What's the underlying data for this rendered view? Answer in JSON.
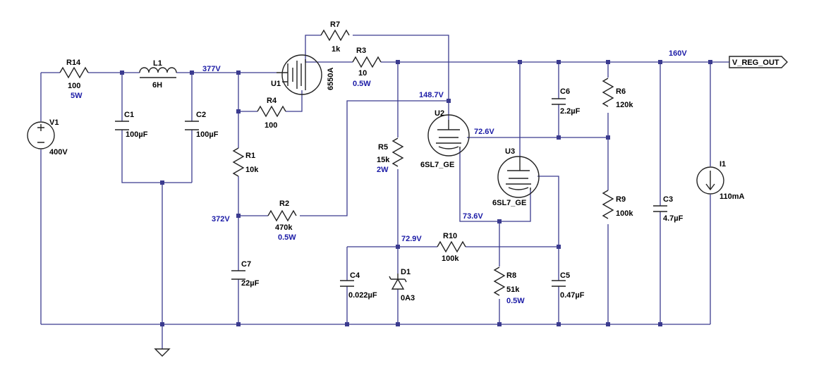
{
  "components": {
    "V1": {
      "ref": "V1",
      "value": "400V"
    },
    "R14": {
      "ref": "R14",
      "value": "100",
      "power": "5W"
    },
    "L1": {
      "ref": "L1",
      "value": "6H"
    },
    "C1": {
      "ref": "C1",
      "value": "100µF"
    },
    "C2": {
      "ref": "C2",
      "value": "100µF"
    },
    "R4": {
      "ref": "R4",
      "value": "100"
    },
    "R1": {
      "ref": "R1",
      "value": "10k"
    },
    "R2": {
      "ref": "R2",
      "value": "470k",
      "power": "0.5W"
    },
    "C7": {
      "ref": "C7",
      "value": "22µF"
    },
    "U1": {
      "ref": "U1",
      "value": "6550A"
    },
    "R7": {
      "ref": "R7",
      "value": "1k"
    },
    "R3": {
      "ref": "R3",
      "value": "10",
      "power": "0.5W"
    },
    "R5": {
      "ref": "R5",
      "value": "15k",
      "power": "2W"
    },
    "U2": {
      "ref": "U2",
      "value": "6SL7_GE"
    },
    "U3": {
      "ref": "U3",
      "value": "6SL7_GE"
    },
    "R10": {
      "ref": "R10",
      "value": "100k"
    },
    "C4": {
      "ref": "C4",
      "value": "0.022µF"
    },
    "D1": {
      "ref": "D1",
      "value": "0A3"
    },
    "R8": {
      "ref": "R8",
      "value": "51k",
      "power": "0.5W"
    },
    "C5": {
      "ref": "C5",
      "value": "0.47µF"
    },
    "C6": {
      "ref": "C6",
      "value": "2.2µF"
    },
    "R6": {
      "ref": "R6",
      "value": "120k"
    },
    "R9": {
      "ref": "R9",
      "value": "100k"
    },
    "C3": {
      "ref": "C3",
      "value": "4.7µF"
    },
    "I1": {
      "ref": "I1",
      "value": "110mA"
    }
  },
  "node_voltages": {
    "filter_out": "377V",
    "divider_mid": "372V",
    "u2_plate": "148.7V",
    "output": "160V",
    "u2_cathode": "72.6V",
    "reference": "72.9V",
    "u3_cathode": "73.6V"
  },
  "net_labels": {
    "output": "V_REG_OUT"
  },
  "colors": {
    "wire": "#3b3b8f",
    "voltage_text": "#1a1aa6",
    "component": "#222222"
  }
}
